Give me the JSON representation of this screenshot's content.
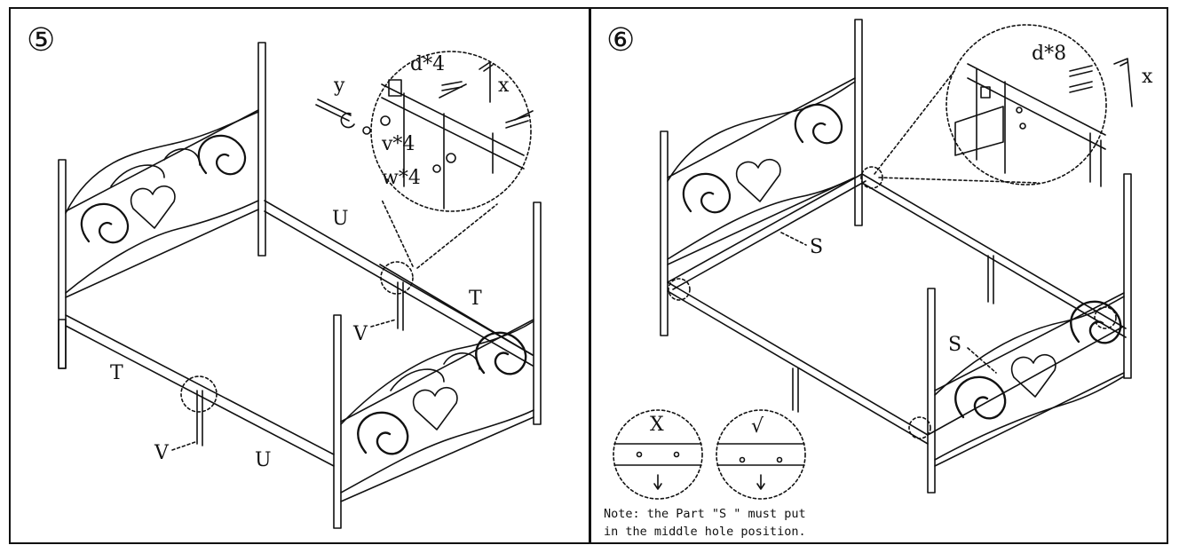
{
  "step5": {
    "number": "⑤",
    "parts": {
      "d": "d*4",
      "x": "x",
      "y": "y",
      "v": "v*4",
      "w": "w*4",
      "U_far": "U",
      "U_near": "U",
      "T_left": "T",
      "T_right": "T",
      "V_left": "V",
      "V_mid": "V"
    }
  },
  "step6": {
    "number": "⑥",
    "parts": {
      "d": "d*8",
      "x": "x",
      "S_rail": "S",
      "S_foot": "S"
    },
    "wrong_mark": "X",
    "right_mark": "√",
    "note_line1": "Note: the Part \"S \" must put",
    "note_line2": "in the middle hole position."
  },
  "icons": {
    "headboard": "scroll-heart-headboard",
    "wrench": "wrench-icon",
    "allen_key": "allen-key-icon"
  }
}
